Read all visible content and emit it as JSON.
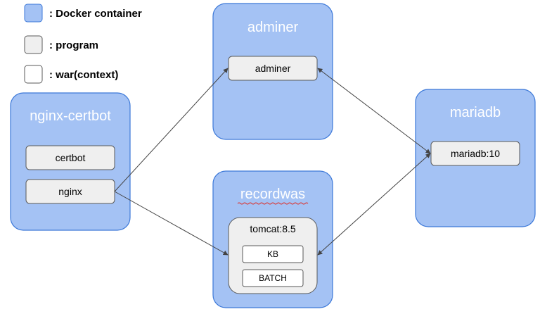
{
  "legend": {
    "docker_container": ": Docker container",
    "program": ": program",
    "war": ": war(context)"
  },
  "containers": {
    "nginx_certbot": {
      "title": "nginx-certbot",
      "programs": {
        "certbot": "certbot",
        "nginx": "nginx"
      }
    },
    "adminer": {
      "title": "adminer",
      "programs": {
        "adminer": "adminer"
      }
    },
    "recordwas": {
      "title": "recordwas",
      "programs": {
        "tomcat": {
          "label": "tomcat:8.5",
          "wars": {
            "kb": "KB",
            "batch": "BATCH"
          }
        }
      }
    },
    "mariadb": {
      "title": "mariadb",
      "programs": {
        "mariadb": "mariadb:10"
      }
    }
  },
  "colors": {
    "container_fill": "#a4c2f4",
    "container_stroke": "#3c78d8",
    "program_fill": "#efefef",
    "program_stroke": "#595959",
    "war_fill": "#ffffff",
    "arrow": "#434343"
  }
}
